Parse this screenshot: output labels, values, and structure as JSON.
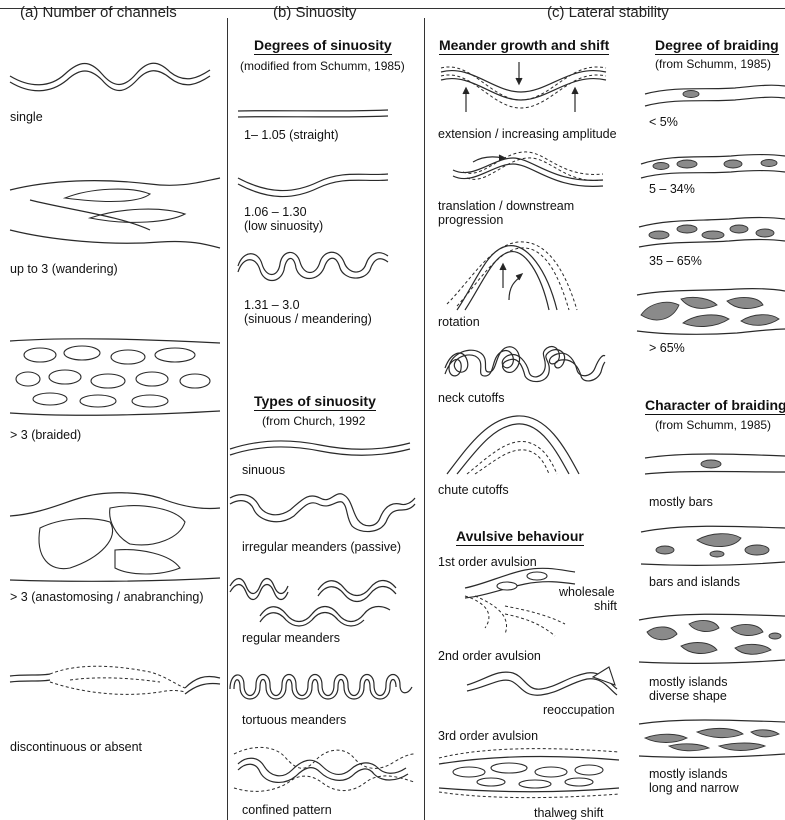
{
  "panels": {
    "a": {
      "heading": "(a) Number of channels",
      "labels": [
        "single",
        "up to 3 (wandering)",
        "> 3 (braided)",
        "> 3 (anastomosing / anabranching)",
        "discontinuous or absent"
      ]
    },
    "b": {
      "heading": "(b) Sinuosity",
      "degrees_title": "Degrees of sinuosity",
      "degrees_ref": "(modified from Schumm, 1985)",
      "degree_labels": [
        "1– 1.05 (straight)",
        "1.06 – 1.30",
        "(low sinuosity)",
        "1.31 – 3.0",
        "(sinuous / meandering)"
      ],
      "types_title": "Types of sinuosity",
      "types_ref": "(from Church, 1992",
      "type_labels": [
        "sinuous",
        "irregular meanders (passive)",
        "regular meanders",
        "tortuous meanders",
        "confined pattern"
      ]
    },
    "c": {
      "heading": "(c) Lateral stability",
      "meander_title": "Meander growth and shift",
      "meander_labels": [
        "extension / increasing amplitude",
        "translation / downstream",
        "progression",
        "rotation",
        "neck cutoffs",
        "chute cutoffs"
      ],
      "avulsive_title": "Avulsive behaviour",
      "avulsion_labels": [
        "1st order avulsion",
        "wholesale",
        "shift",
        "2nd order avulsion",
        "reoccupation",
        "3rd order avulsion",
        "thalweg shift"
      ],
      "braiding_degree_title": "Degree of braiding",
      "braiding_degree_ref": "(from Schumm, 1985)",
      "braiding_degree_labels": [
        "< 5%",
        "5 – 34%",
        "35 – 65%",
        "> 65%"
      ],
      "braiding_char_title": "Character of braiding",
      "braiding_char_ref": "(from Schumm, 1985)",
      "braiding_char_labels": [
        "mostly bars",
        "bars and islands",
        "mostly islands",
        "diverse shape",
        "mostly islands",
        "long and narrow"
      ]
    }
  }
}
